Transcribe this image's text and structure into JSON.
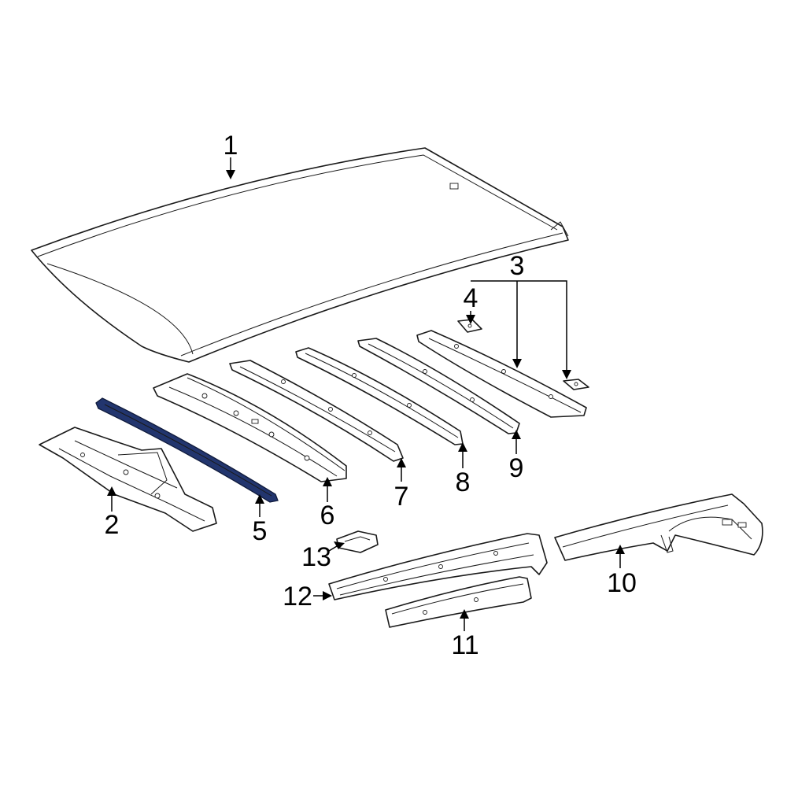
{
  "highlight_color": "#22356e",
  "line_color": "#1a1a1a",
  "callouts": {
    "c1": "1",
    "c2": "2",
    "c3": "3",
    "c4": "4",
    "c5": "5",
    "c6": "6",
    "c7": "7",
    "c8": "8",
    "c9": "9",
    "c10": "10",
    "c11": "11",
    "c12": "12",
    "c13": "13"
  },
  "highlighted_part": "5"
}
